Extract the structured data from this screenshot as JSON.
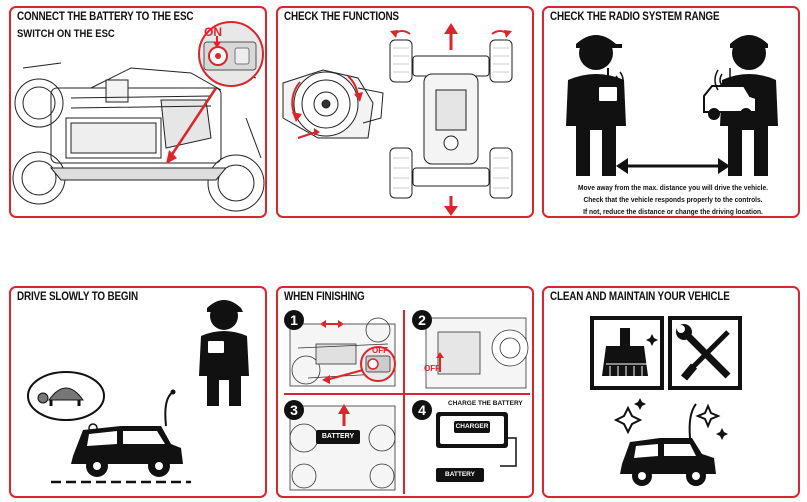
{
  "panels": {
    "battery": {
      "title": "CONNECT THE BATTERY TO THE ESC",
      "subtitle": "SWITCH ON THE ESC",
      "on_label": "ON"
    },
    "functions": {
      "title": "CHECK THE FUNCTIONS"
    },
    "range": {
      "title": "CHECK THE RADIO SYSTEM RANGE",
      "note_line1": "Move away from the max. distance you will drive the vehicle.",
      "note_line2": "Check that the vehicle responds properly to the controls.",
      "note_line3": "If not, reduce the distance or change the driving location."
    },
    "drive": {
      "title": "DRIVE SLOWLY TO BEGIN"
    },
    "finishing": {
      "title": "WHEN FINISHING",
      "step1": "1",
      "step2": "2",
      "step3": "3",
      "step4": "4",
      "off_label": "OFF",
      "off_label2": "OFF",
      "battery_label": "BATTERY",
      "charge_title": "CHARGE THE BATTERY",
      "charger_label": "CHARGER",
      "battery_label2": "BATTERY"
    },
    "clean": {
      "title": "CLEAN AND MAINTAIN YOUR VEHICLE"
    }
  },
  "colors": {
    "accent": "#d9262c",
    "ink": "#111111"
  }
}
